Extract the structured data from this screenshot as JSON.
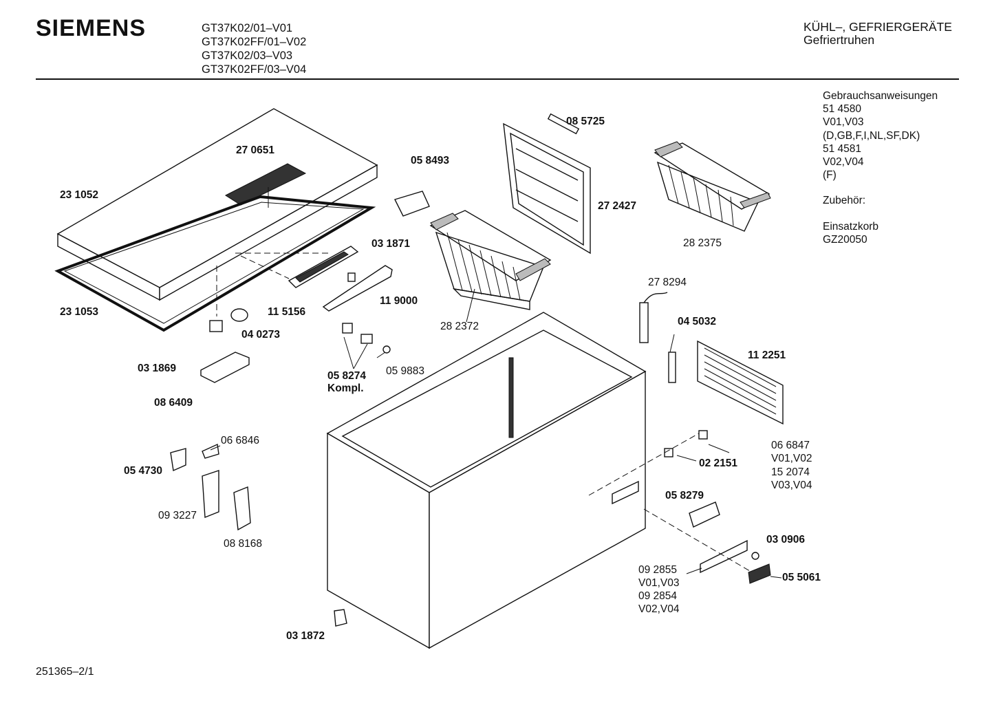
{
  "header": {
    "brand": "SIEMENS",
    "models": [
      "GT37K02/01–V01",
      "GT37K02FF/01–V02",
      "GT37K02/03–V03",
      "GT37K02FF/03–V04"
    ],
    "category_line1": "KÜHL–, GEFRIERGERÄTE",
    "category_line2": "Gefriertruhen"
  },
  "sidenotes": {
    "manuals_title": "Gebrauchsanweisungen",
    "manual1_number": "51 4580",
    "manual1_variants": "V01,V03",
    "manual1_languages": "(D,GB,F,I,NL,SF,DK)",
    "manual2_number": "51 4581",
    "manual2_variants": "V02,V04",
    "manual2_languages": "(F)",
    "accessories_title": "Zubehör:",
    "accessory_name": "Einsatzkorb",
    "accessory_code": "GZ20050"
  },
  "parts": {
    "p231052": "23 1052",
    "p270651": "27 0651",
    "p231053": "23 1053",
    "p058493": "05 8493",
    "p085725": "08 5725",
    "p272427": "27 2427",
    "p282375": "28 2375",
    "p031871": "03 1871",
    "p115156": "11 5156",
    "p119000": "11 9000",
    "p282372": "28 2372",
    "p278294": "27 8294",
    "p045032": "04 5032",
    "p112251": "11 2251",
    "p040273": "04 0273",
    "p031869": "03 1869",
    "p086409": "08 6409",
    "p058274": "05 8274",
    "p058274_note": "Kompl.",
    "p059883": "05 9883",
    "p066846": "06 6846",
    "p054730": "05 4730",
    "p093227": "09 3227",
    "p088168": "08 8168",
    "p066847": "06 6847",
    "p066847_var": "V01,V02",
    "p152074": "15 2074",
    "p152074_var": "V03,V04",
    "p022151": "02 2151",
    "p058279": "05 8279",
    "p030906": "03 0906",
    "p092855": "09 2855",
    "p092855_var": "V01,V03",
    "p092854": "09 2854",
    "p092854_var": "V02,V04",
    "p055061": "05 5061",
    "p031872": "03 1872"
  },
  "footer": {
    "doc_number": "251365–2/1"
  }
}
